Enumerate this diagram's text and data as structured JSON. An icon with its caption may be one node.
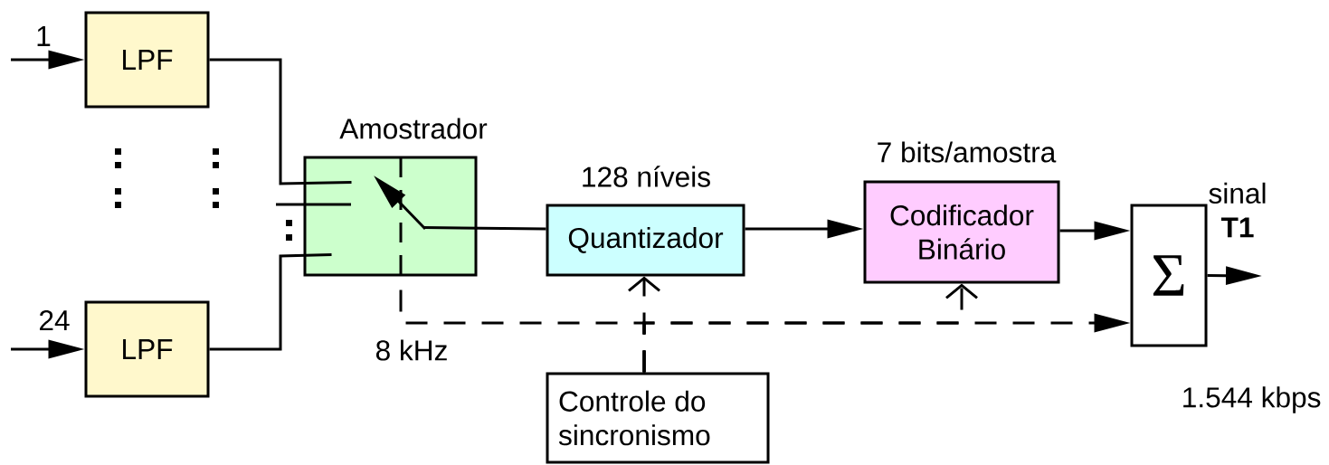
{
  "diagram": {
    "nodes": [
      {
        "text": [
          "LPF"
        ],
        "beside": [
          "1"
        ]
      },
      {
        "text": [
          "LPF"
        ],
        "beside": [
          "24"
        ]
      },
      {
        "text": [
          "Amostrador"
        ]
      },
      {
        "text": [
          "128 níveis",
          "Quantizador"
        ]
      },
      {
        "text": [
          "7 bits/amostra",
          "Codificador Binário"
        ]
      },
      {
        "text": [
          "Σ"
        ]
      },
      {
        "text": [
          "Controle do sincronismo"
        ]
      }
    ],
    "edges": [
      {
        "from": null,
        "to": 0,
        "arrow": "to"
      },
      {
        "from": null,
        "to": 1,
        "arrow": "to"
      },
      {
        "from": 0,
        "to": 2,
        "arrow": "none"
      },
      {
        "from": 1,
        "to": 2,
        "arrow": "none"
      },
      {
        "from": 2,
        "to": 3,
        "arrow": "none"
      },
      {
        "from": 3,
        "to": 4,
        "arrow": "to"
      },
      {
        "from": 4,
        "to": 5,
        "arrow": "to"
      },
      {
        "from": 5,
        "to": null,
        "arrow": "to"
      },
      {
        "from": 6,
        "to": 2,
        "arrow": "none",
        "style": "dashed"
      },
      {
        "from": 6,
        "to": 3,
        "arrow": "to",
        "style": "dashed"
      },
      {
        "from": 6,
        "to": 4,
        "arrow": "to",
        "style": "dashed"
      },
      {
        "from": 6,
        "to": 5,
        "arrow": "to",
        "style": "dashed"
      }
    ],
    "labels": [
      "sinal **T1**",
      "8 kHz",
      "1.544 kbps"
    ]
  }
}
